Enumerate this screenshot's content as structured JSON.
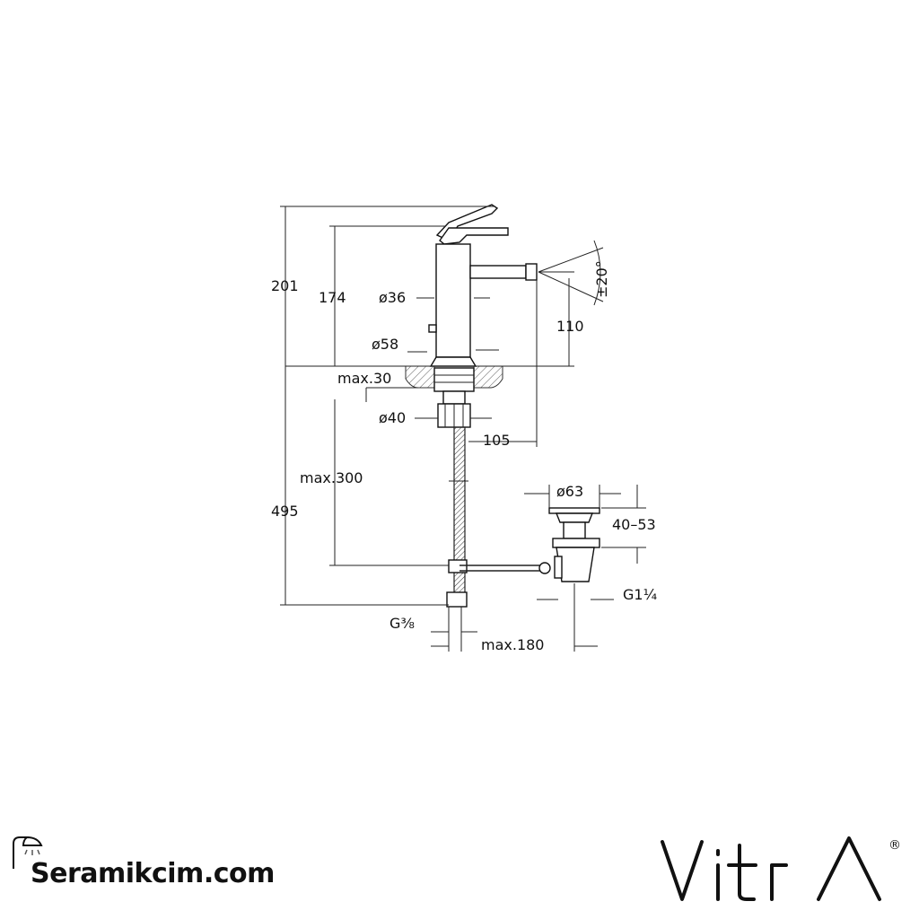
{
  "dimensions": {
    "total_height": "201",
    "body_height": "174",
    "body_diameter": "ø36",
    "base_diameter": "ø58",
    "max_deck": "max.30",
    "shank_diameter": "ø40",
    "spout_reach": "105",
    "spout_height": "110",
    "spout_angle": "±20°",
    "max_hose": "max.300",
    "total_depth": "495",
    "waste_diameter": "ø63",
    "waste_range": "40–53",
    "waste_thread": "G1¼",
    "inlet_thread": "G⅜",
    "max_rod": "max.180"
  },
  "watermark": {
    "text": "Seramikcim.com",
    "icon": "shower-head-icon"
  },
  "brand": {
    "logo_text": "VitrA",
    "registered": "®"
  }
}
